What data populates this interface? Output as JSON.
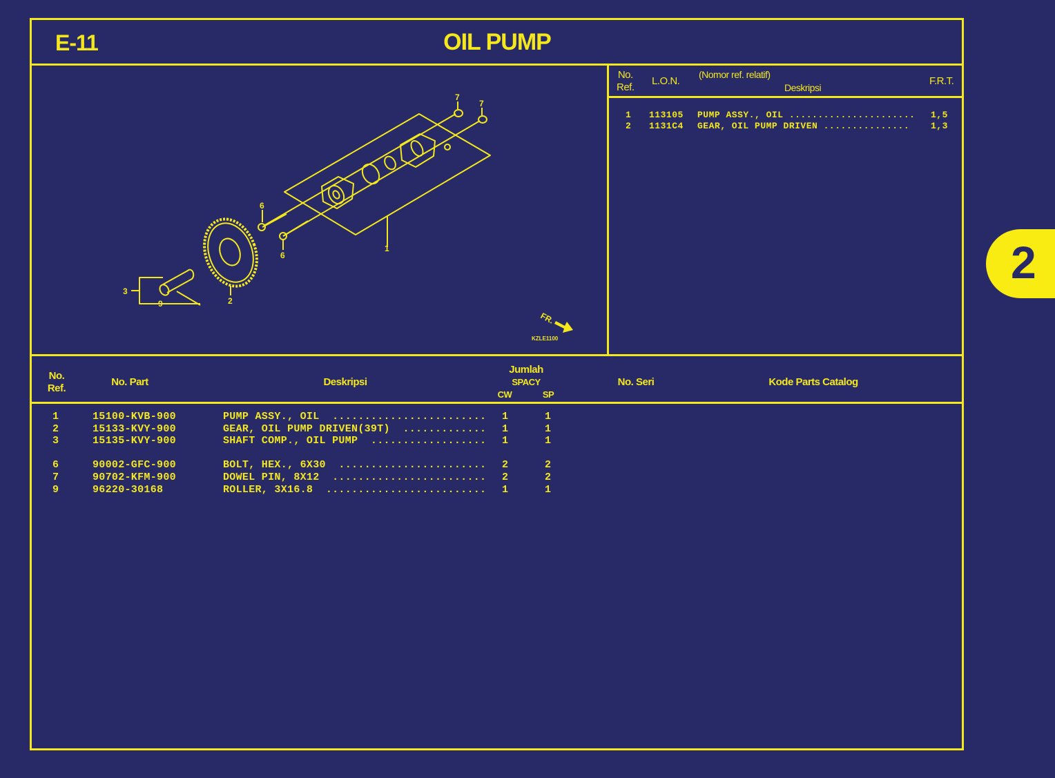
{
  "header": {
    "section_code": "E-11",
    "title": "OIL PUMP"
  },
  "diagram": {
    "callouts": [
      "1",
      "2",
      "3",
      "6",
      "6",
      "7",
      "7",
      "9"
    ],
    "direction_label": "FR.",
    "drawing_code": "KZLE1100",
    "icon": "exploded-oil-pump-diagram"
  },
  "labor_table": {
    "headers": {
      "ref_line1": "No.",
      "ref_line2": "Ref.",
      "lon": "L.O.N.",
      "note": "(Nomor ref. relatif)",
      "desc": "Deskripsi",
      "frt": "F.R.T."
    },
    "rows": [
      {
        "ref": "1",
        "lon": "113105",
        "desc": "PUMP ASSY., OIL ......................",
        "frt": "1,5"
      },
      {
        "ref": "2",
        "lon": "1131C4",
        "desc": "GEAR, OIL PUMP DRIVEN ...............",
        "frt": "1,3"
      }
    ]
  },
  "parts_table": {
    "headers": {
      "ref_line1": "No.",
      "ref_line2": "Ref.",
      "part_no": "No. Part",
      "desc": "Deskripsi",
      "qty": "Jumlah",
      "model": "SPACY",
      "cw": "CW",
      "sp": "SP",
      "serial": "No. Seri",
      "catalog": "Kode Parts Catalog"
    },
    "rows": [
      {
        "ref": "1",
        "part": "15100-KVB-900",
        "desc": "PUMP ASSY., OIL  ........................",
        "cw": "1",
        "sp": "1"
      },
      {
        "ref": "2",
        "part": "15133-KVY-900",
        "desc": "GEAR, OIL PUMP DRIVEN(39T)  .............",
        "cw": "1",
        "sp": "1"
      },
      {
        "ref": "3",
        "part": "15135-KVY-900",
        "desc": "SHAFT COMP., OIL PUMP  ..................",
        "cw": "1",
        "sp": "1"
      },
      {
        "ref": "6",
        "part": "90002-GFC-900",
        "desc": "BOLT, HEX., 6X30  .......................",
        "cw": "2",
        "sp": "2"
      },
      {
        "ref": "7",
        "part": "90702-KFM-900",
        "desc": "DOWEL PIN, 8X12  ........................",
        "cw": "2",
        "sp": "2"
      },
      {
        "ref": "9",
        "part": "96220-30168",
        "desc": "ROLLER, 3X16.8  .........................",
        "cw": "1",
        "sp": "1"
      }
    ]
  },
  "side_tab": {
    "label": "2"
  },
  "colors": {
    "background": "#282a68",
    "foreground": "#f4e81c",
    "tab": "#f9ec12"
  }
}
